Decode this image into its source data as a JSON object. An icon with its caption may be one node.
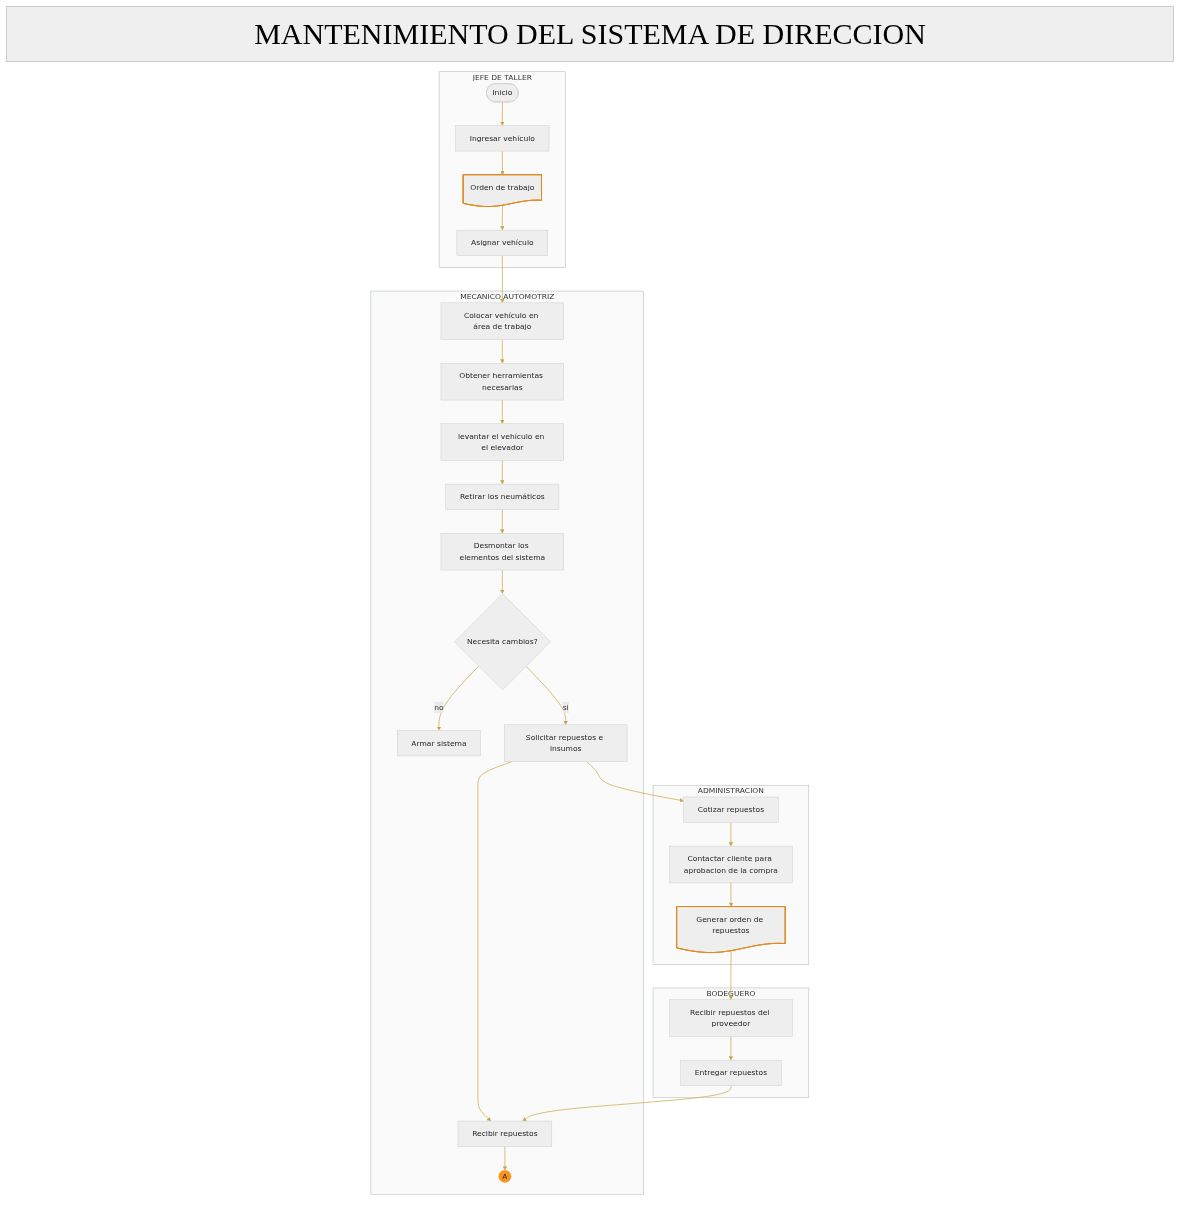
{
  "diagram": {
    "title": "MANTENIMIENTO DEL SISTEMA DE DIRECCION",
    "nodes": [
      {
        "text": [
          "JEFE DE TALLER"
        ]
      },
      {
        "text": [
          "Inicio"
        ],
        "in": 0
      },
      {
        "text": [
          "Ingresar vehículo"
        ],
        "in": 0
      },
      {
        "text": [
          "Orden de trabajo"
        ],
        "in": 0
      },
      {
        "text": [
          "Asignar vehículo"
        ],
        "in": 0
      },
      {
        "text": [
          "MECANICO AUTOMOTRIZ"
        ]
      },
      {
        "text": [
          "Colocar vehículo en área de trabajo"
        ],
        "in": 5
      },
      {
        "text": [
          "Obtener herramientas necesarias"
        ],
        "in": 5
      },
      {
        "text": [
          "levantar el vehículo en el elevador"
        ],
        "in": 5
      },
      {
        "text": [
          "Retirar los neumáticos"
        ],
        "in": 5
      },
      {
        "text": [
          "Desmontar los elementos del sistema"
        ],
        "in": 5
      },
      {
        "text": [
          "Necesita cambios?"
        ],
        "in": 5
      },
      {
        "text": [
          "Armar sistema"
        ],
        "in": 5
      },
      {
        "text": [
          "Solicitar repuestos e insumos"
        ],
        "in": 5
      },
      {
        "text": [
          "Recibir repuestos"
        ],
        "in": 5
      },
      {
        "text": [
          "A"
        ],
        "in": 5
      },
      {
        "text": [
          "ADMINISTRACION"
        ]
      },
      {
        "text": [
          "Cotizar repuestos"
        ],
        "in": 16
      },
      {
        "text": [
          "Contactar cliente para aprobacion de la compra"
        ],
        "in": 16
      },
      {
        "text": [
          "Generar orden de repuestos"
        ],
        "in": 16
      },
      {
        "text": [
          "BODEGUERO"
        ]
      },
      {
        "text": [
          "Recibir repuestos del proveedor"
        ],
        "in": 20
      },
      {
        "text": [
          "Entregar repuestos"
        ],
        "in": 20
      }
    ],
    "edges": [
      {
        "from": 1,
        "to": 2,
        "arrow": "to"
      },
      {
        "from": 2,
        "to": 3,
        "arrow": "to"
      },
      {
        "from": 3,
        "to": 4,
        "arrow": "to"
      },
      {
        "from": 4,
        "to": 6,
        "arrow": "to"
      },
      {
        "from": 6,
        "to": 7,
        "arrow": "to"
      },
      {
        "from": 7,
        "to": 8,
        "arrow": "to"
      },
      {
        "from": 8,
        "to": 9,
        "arrow": "to"
      },
      {
        "from": 9,
        "to": 10,
        "arrow": "to"
      },
      {
        "from": 10,
        "to": 11,
        "arrow": "to"
      },
      {
        "from": 11,
        "to": 12,
        "arrow": "to",
        "label": "no"
      },
      {
        "from": 11,
        "to": 13,
        "arrow": "to",
        "label": "si"
      },
      {
        "from": 13,
        "to": 17,
        "arrow": "to"
      },
      {
        "from": 17,
        "to": 18,
        "arrow": "to"
      },
      {
        "from": 18,
        "to": 19,
        "arrow": "to"
      },
      {
        "from": 19,
        "to": 21,
        "arrow": "to"
      },
      {
        "from": 21,
        "to": 22,
        "arrow": "to"
      },
      {
        "from": 13,
        "to": 14,
        "arrow": "to"
      },
      {
        "from": 22,
        "to": 14,
        "arrow": "to"
      },
      {
        "from": 14,
        "to": 15,
        "arrow": "to"
      }
    ]
  }
}
